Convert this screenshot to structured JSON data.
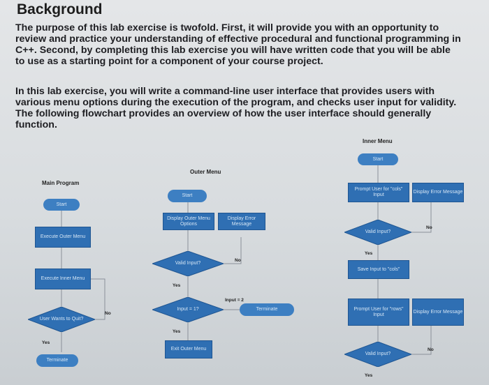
{
  "heading": "Background",
  "paragraph1": "The purpose of this lab exercise is twofold. First, it will provide you with an opportunity to review and practice your understanding of effective procedural and functional programming in C++. Second, by completing this lab exercise you will have written code that you will be able to use as a starting point for a component of your course project.",
  "paragraph2": "In this lab exercise, you will write a command-line user interface that provides users with various menu options during the execution of the program, and checks user input for validity. The following flowchart provides an overview of how the user interface should generally function.",
  "flowchart": {
    "main_program": {
      "title": "Main Program",
      "start": "Start",
      "execute_outer": "Execute Outer Menu",
      "execute_inner": "Execute Inner Menu",
      "user_wants_quit": "User Wants to Quit?",
      "no_label": "No",
      "yes_label": "Yes",
      "terminate": "Terminate"
    },
    "outer_menu": {
      "title": "Outer Menu",
      "start": "Start",
      "display_options": "Display Outer Menu Options",
      "display_error": "Display Error Message",
      "valid_input": "Valid Input?",
      "no_label": "No",
      "yes_label": "Yes",
      "input_eq_1": "Input = 1?",
      "input_eq_2": "Input = 2",
      "terminate": "Terminate",
      "yes_label_2": "Yes",
      "exit_outer": "Exit Outer Menu"
    },
    "inner_menu": {
      "title": "Inner Menu",
      "start": "Start",
      "prompt_cols": "Prompt User for \"cols\" Input",
      "display_error_1": "Display Error Message",
      "valid_input_1": "Valid Input?",
      "no_label_1": "No",
      "yes_label_1": "Yes",
      "save_input": "Save Input to \"cols\"",
      "prompt_rows": "Prompt User for \"rows\" Input",
      "display_error_2": "Display Error Message",
      "valid_input_2": "Valid Input?",
      "no_label_2": "No",
      "yes_label_2": "Yes"
    },
    "colors": {
      "node_fill": "#2f6fb3",
      "terminal_fill": "#3d7fc2",
      "node_text": "#d6e6f5"
    }
  }
}
